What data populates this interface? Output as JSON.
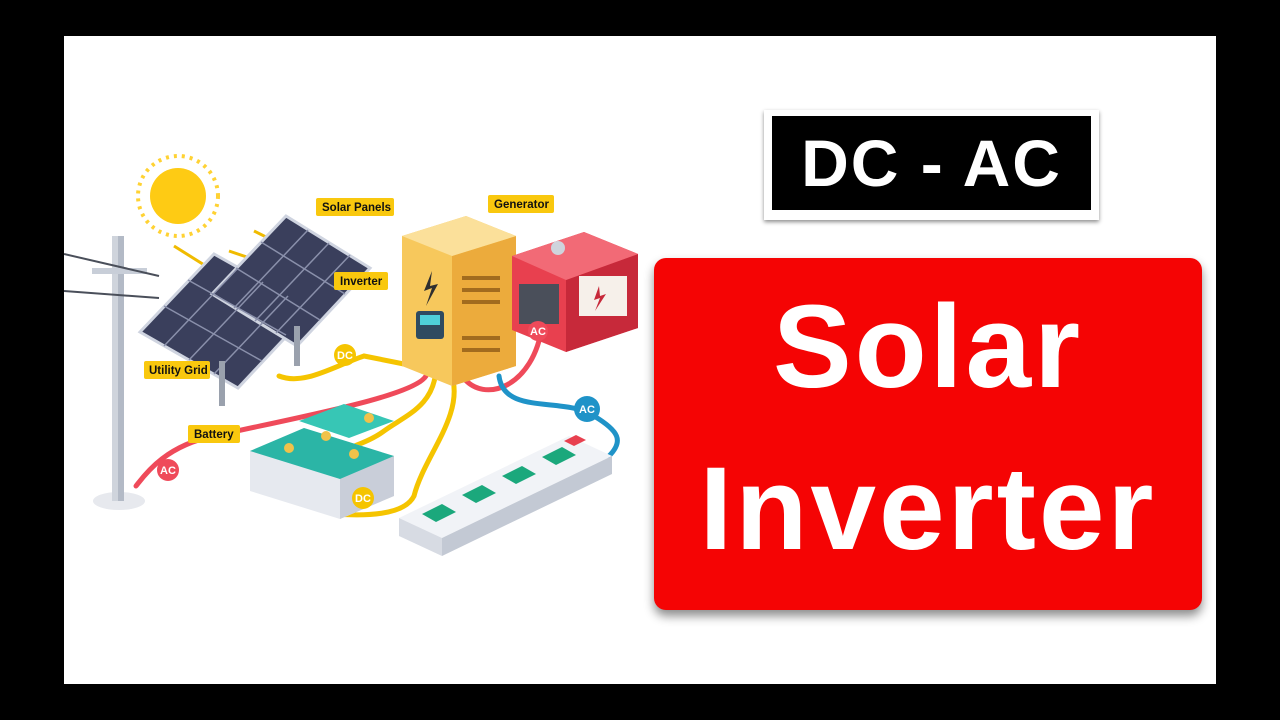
{
  "headline": {
    "top": "DC - AC",
    "title_line1": "Solar",
    "title_line2": "Inverter"
  },
  "diagram": {
    "labels": {
      "solar_panels": "Solar Panels",
      "generator": "Generator",
      "inverter": "Inverter",
      "utility_grid": "Utility Grid",
      "battery": "Battery"
    },
    "badges": {
      "dc_panels": "DC",
      "ac_generator": "AC",
      "ac_strip": "AC",
      "ac_grid": "AC",
      "dc_battery": "DC"
    }
  },
  "colors": {
    "background": "#000000",
    "title_red": "#f50404",
    "dc_wire": "#f5c400",
    "ac_wire_red": "#ef4a5a",
    "ac_wire_blue": "#1f93c8",
    "label_yellow": "#f9c80e"
  }
}
